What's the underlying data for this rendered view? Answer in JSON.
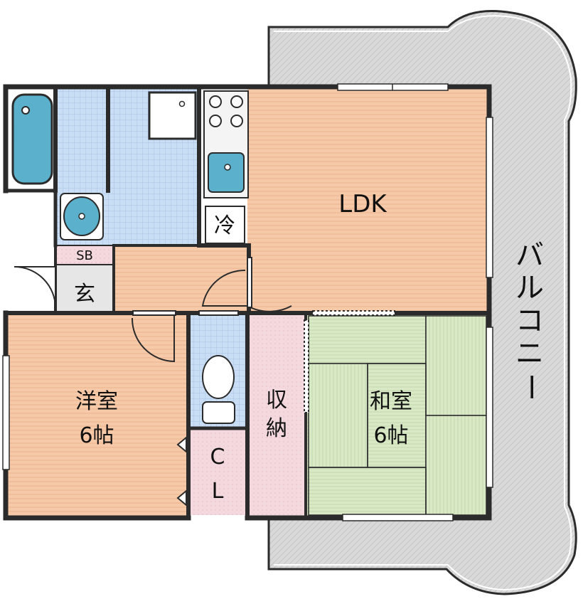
{
  "rooms": {
    "ldk": "LDK",
    "western_room_name": "洋室",
    "western_room_size": "6帖",
    "japanese_room_name": "和室",
    "japanese_room_size": "6帖",
    "storage_line1": "収",
    "storage_line2": "納",
    "closet_line1": "C",
    "closet_line2": "L",
    "fridge": "冷",
    "shoe_box": "SB",
    "entrance": "玄",
    "balcony": [
      "バ",
      "ル",
      "コ",
      "ニ",
      "ー"
    ]
  },
  "colors": {
    "wall": "#2b2b2b",
    "floor_wood": "#f5c8a6",
    "tile_blue": "#c8dcf4",
    "tatami": "#d8e8c4",
    "storage_pink": "#f3d6dc",
    "balcony_gray": "#d8d8d8",
    "fixture_blue": "#5bb0cc",
    "kitchen_white": "#f4f4f4"
  }
}
